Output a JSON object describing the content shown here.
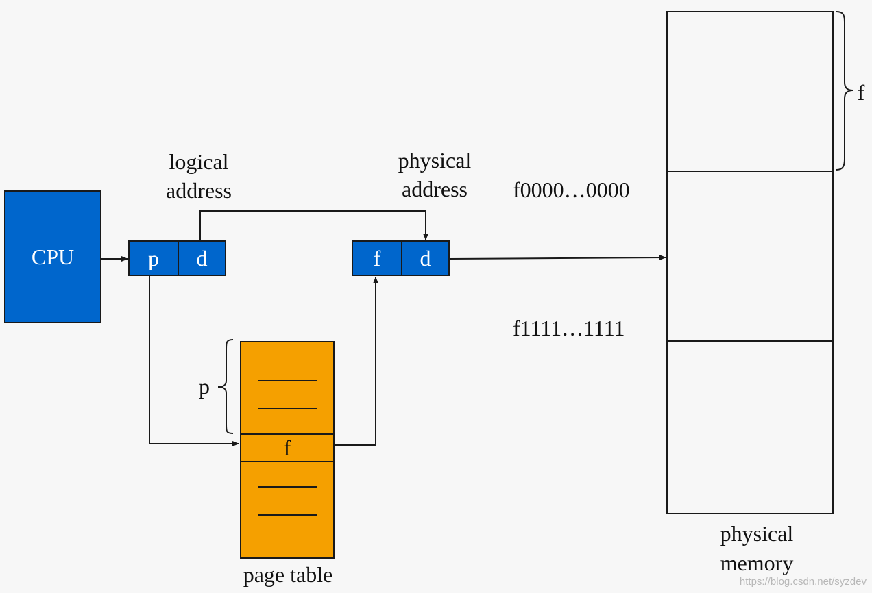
{
  "cpu": {
    "label": "CPU"
  },
  "logical_address": {
    "title_line1": "logical",
    "title_line2": "address",
    "page_field": "p",
    "offset_field": "d"
  },
  "physical_address": {
    "title_line1": "physical",
    "title_line2": "address",
    "frame_field": "f",
    "offset_field": "d"
  },
  "page_table": {
    "caption": "page table",
    "index_label": "p",
    "entry_label": "f"
  },
  "physical_memory": {
    "caption_line1": "physical",
    "caption_line2": "memory",
    "frame_size_label": "f",
    "frame_start": "f0000…0000",
    "frame_end": "f1111…1111"
  },
  "watermark": "https://blog.csdn.net/syzdev",
  "colors": {
    "cpu_blue": "#0066cc",
    "page_table_orange": "#f5a000",
    "line": "#1a1a1a",
    "background": "#f7f7f7"
  }
}
